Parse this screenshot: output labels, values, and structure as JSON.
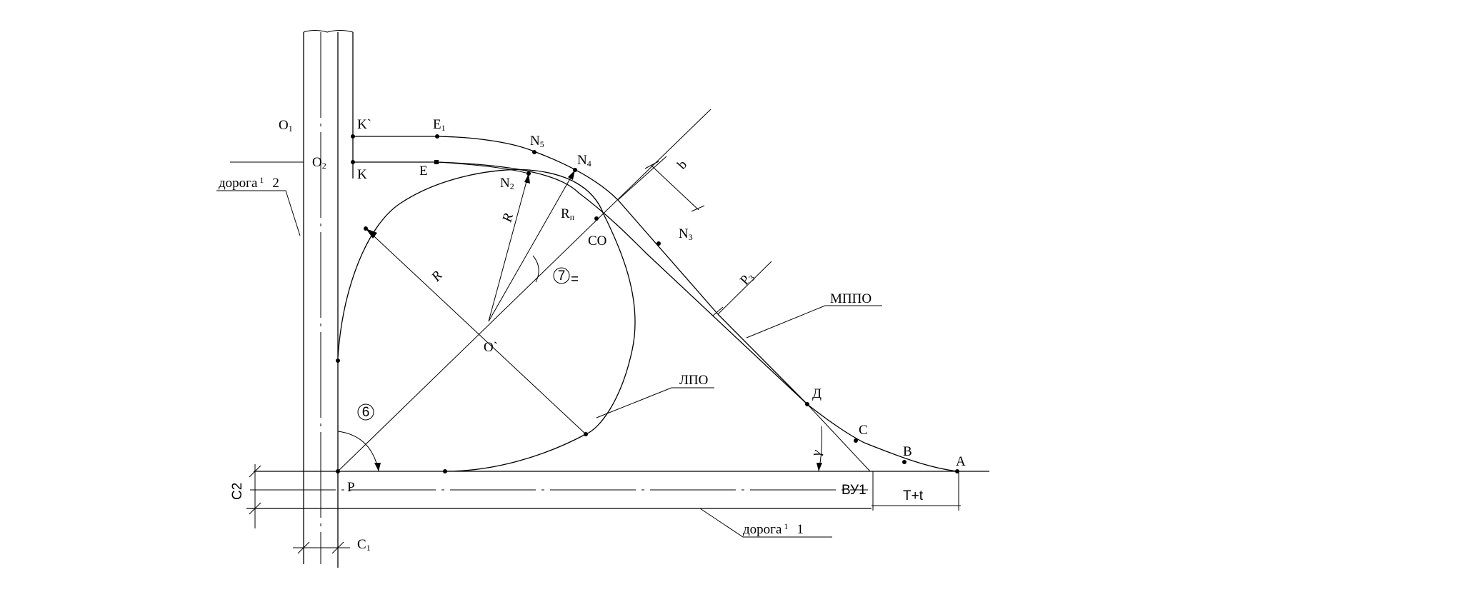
{
  "diagram": {
    "point_labels": {
      "O1": "O",
      "O1_sub": "1",
      "O2": "O",
      "O2_sub": "2",
      "K_prime": "K`",
      "K": "K",
      "E1": "E",
      "E1_sub": "1",
      "E": "E",
      "N5": "N",
      "N5_sub": "5",
      "N4": "N",
      "N4_sub": "4",
      "N2": "N",
      "N2_sub": "2",
      "N3": "N",
      "N3_sub": "3",
      "CO": "CO",
      "O_prime": "O`",
      "P": "P",
      "D": "Д",
      "C": "C",
      "B": "B",
      "A": "A",
      "VU1": "ВУ1"
    },
    "dimension_labels": {
      "R_upper": "R",
      "R_diag": "R",
      "Rp": "R",
      "Rp_sub": "п",
      "b": "b",
      "P3": "P",
      "P3_sub": "3",
      "T_t": "T+t",
      "C2": "C2",
      "C1": "C",
      "C1_sub": "1",
      "gamma": "γ"
    },
    "callouts": {
      "road2": "дорога",
      "road2_sup": "1",
      "road2_num": "2",
      "road1": "дорога",
      "road1_sup": "1",
      "road1_num": "1",
      "mppo": "МППО",
      "lpo": "ЛПО",
      "mark6": "6",
      "mark7": "7",
      "mark7_suffix": "="
    }
  }
}
